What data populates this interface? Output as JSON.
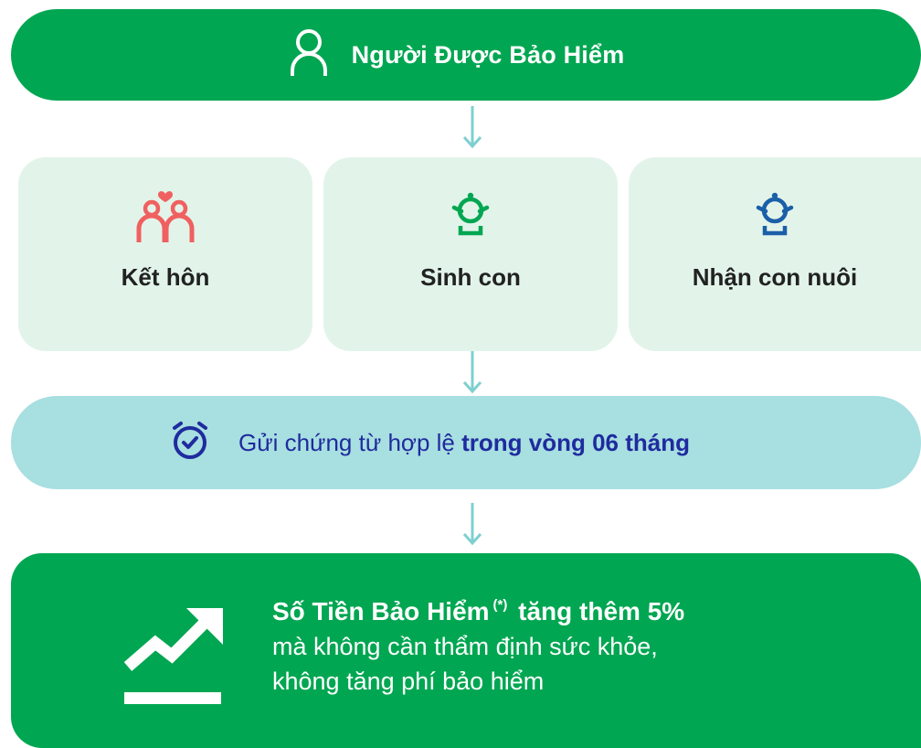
{
  "header": {
    "title": "Người Được Bảo Hiểm",
    "icon": "person-icon"
  },
  "events": [
    {
      "label": "Kết hôn",
      "icon": "couple-heart-icon",
      "icon_color": "#f06060"
    },
    {
      "label": "Sinh con",
      "icon": "baby-icon",
      "icon_color": "#00a651"
    },
    {
      "label": "Nhận con nuôi",
      "icon": "baby-icon",
      "icon_color": "#1a5fa8"
    }
  ],
  "deadline": {
    "text_prefix": "Gửi chứng từ hợp lệ ",
    "text_bold": "trong vòng 06 tháng",
    "icon": "stopwatch-icon"
  },
  "result": {
    "title": "Số Tiền Bảo Hiểm",
    "marker": "(*)",
    "title_suffix": "tăng thêm 5%",
    "line2": "mà không cần thẩm định sức khỏe,",
    "line3": "không tăng phí bảo hiểm",
    "icon": "trend-up-icon"
  },
  "colors": {
    "green": "#00a651",
    "light_green": "#e2f4ea",
    "teal": "#a8dfe0",
    "arrow": "#7fcfd0",
    "navy": "#1f2b9e"
  }
}
